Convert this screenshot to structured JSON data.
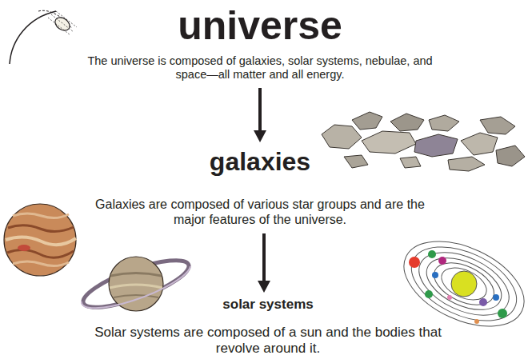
{
  "diagram": {
    "nodes": [
      {
        "text": [
          "universe",
          "The universe is composed of galaxies, solar systems, nebulae, and space—all matter and all energy."
        ]
      },
      {
        "text": [
          "galaxies",
          "Galaxies are composed of various star groups and are the major features of the universe."
        ]
      },
      {
        "text": [
          "solar systems",
          "Solar systems are composed of a sun and the bodies that revolve around it."
        ]
      }
    ],
    "edges": [
      {
        "from": 0,
        "to": 1,
        "arrow": "to"
      },
      {
        "from": 1,
        "to": 2,
        "arrow": "to"
      }
    ]
  }
}
